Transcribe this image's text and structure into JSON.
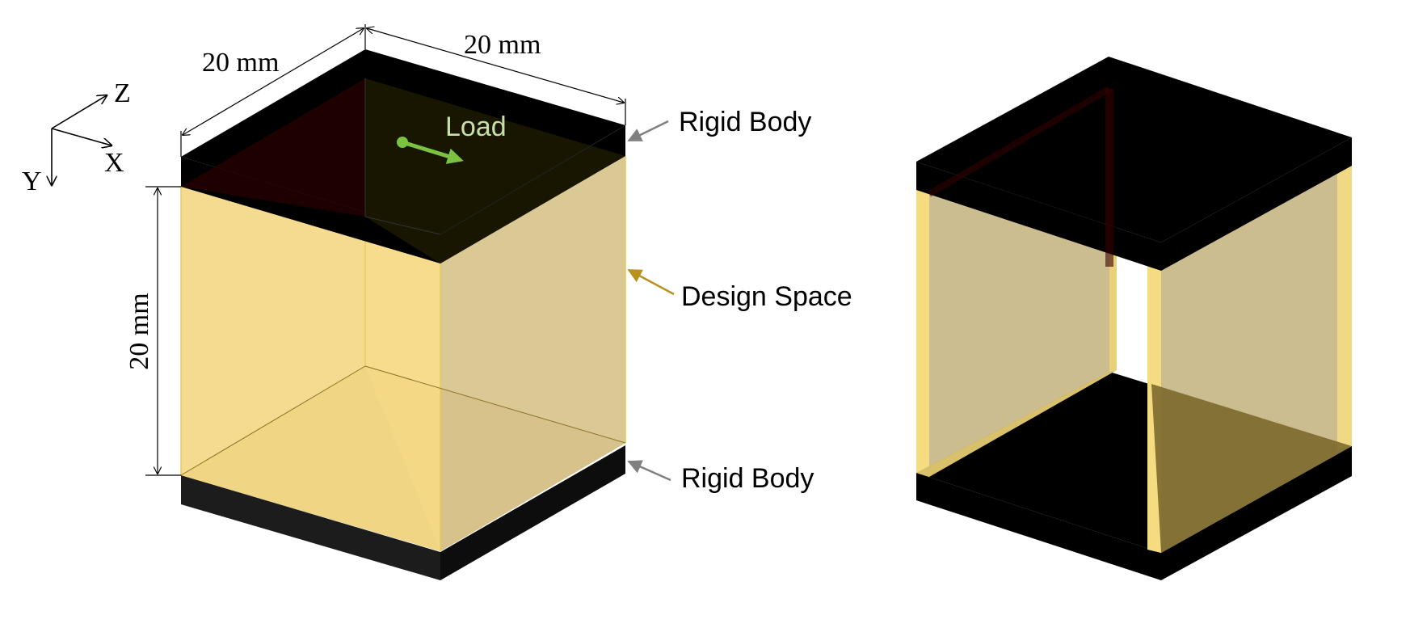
{
  "dimensions": {
    "width_top_left": "20 mm",
    "width_top_right": "20 mm",
    "height_left": "20 mm"
  },
  "axes": {
    "x": "X",
    "y": "Y",
    "z": "Z"
  },
  "labels": {
    "load": "Load",
    "rigid_body_top": "Rigid Body",
    "design_space": "Design Space",
    "rigid_body_bottom": "Rigid Body"
  },
  "colors": {
    "rigid_body": "#000000",
    "design_space_front": "#f3d98a",
    "design_space_right": "#d8c58f",
    "design_space_bottom": "#a68a2c",
    "load_arrow": "#7cc242",
    "load_text": "#c8dfa8",
    "design_space_pointer": "#b8911f",
    "rigid_pointer": "#808080"
  }
}
